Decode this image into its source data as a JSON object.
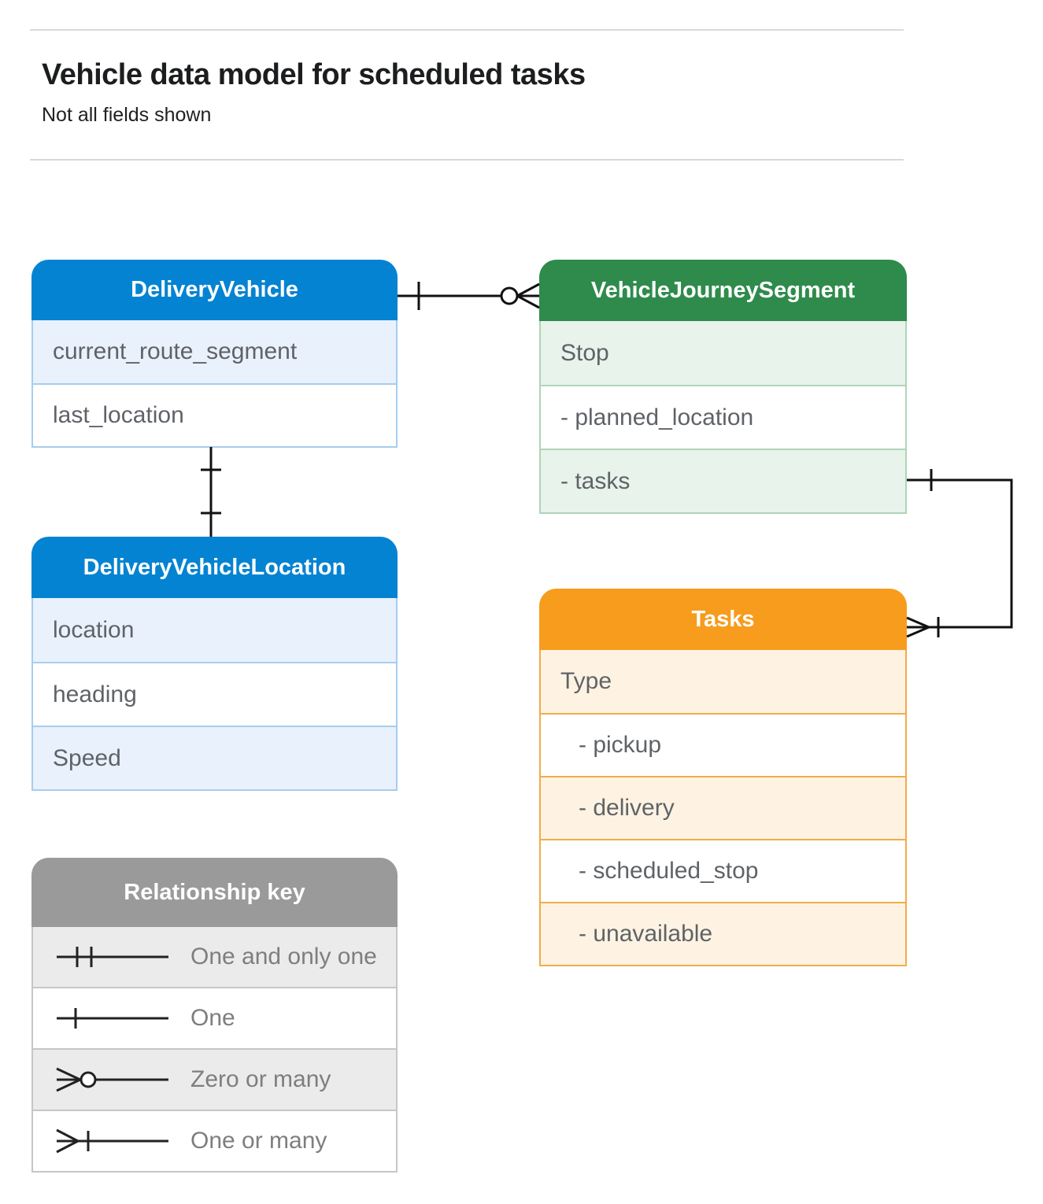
{
  "page": {
    "title": "Vehicle data model for scheduled tasks",
    "subtitle": "Not all fields shown"
  },
  "colors": {
    "blue_header": "#0483d2",
    "green_header": "#2e8b4c",
    "orange_header": "#f79c1d",
    "gray_header": "#9a9a9a",
    "blue_tint": "#e9f1fc",
    "green_tint": "#e8f3eb",
    "orange_tint": "#fef3e2",
    "gray_tint": "#ebebeb"
  },
  "entities": [
    {
      "name": "DeliveryVehicle",
      "fields": [
        "current_route_segment",
        "last_location"
      ]
    },
    {
      "name": "VehicleJourneySegment",
      "fields": [
        "Stop",
        "- planned_location",
        "- tasks"
      ]
    },
    {
      "name": "DeliveryVehicleLocation",
      "fields": [
        "location",
        "heading",
        "Speed"
      ]
    },
    {
      "name": "Tasks",
      "fields": [
        "Type",
        "- pickup",
        "- delivery",
        "- scheduled_stop",
        "- unavailable"
      ]
    }
  ],
  "relationships": [
    {
      "from": "DeliveryVehicle",
      "to": "VehicleJourneySegment",
      "from_cardinality": "one",
      "to_cardinality": "zero-or-many"
    },
    {
      "from": "DeliveryVehicle",
      "to": "DeliveryVehicleLocation",
      "from_cardinality": "one",
      "to_cardinality": "one"
    },
    {
      "from": "VehicleJourneySegment.tasks",
      "to": "Tasks",
      "from_cardinality": "one",
      "to_cardinality": "one-or-many"
    }
  ],
  "legend": {
    "title": "Relationship key",
    "items": [
      {
        "symbol": "one-and-only-one",
        "label": "One and only one"
      },
      {
        "symbol": "one",
        "label": "One"
      },
      {
        "symbol": "zero-or-many",
        "label": "Zero or many"
      },
      {
        "symbol": "one-or-many",
        "label": "One or many"
      }
    ]
  }
}
